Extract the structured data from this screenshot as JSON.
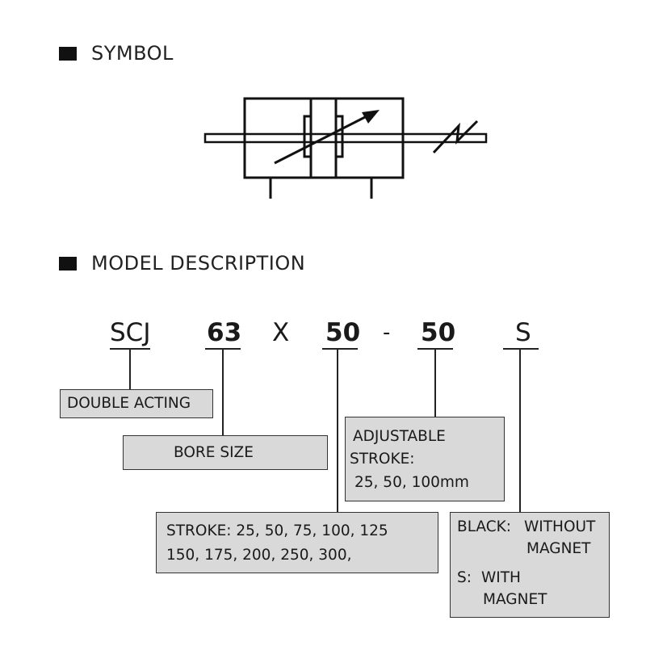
{
  "sections": {
    "symbol_title": "SYMBOL",
    "model_title": "MODEL DESCRIPTION"
  },
  "model_code": {
    "series": "SCJ",
    "bore": "63",
    "separator_x": "X",
    "stroke": "50",
    "separator_dash": "-",
    "adjustable_stroke": "50",
    "magnet": "S"
  },
  "boxes": {
    "double_acting": "DOUBLE ACTING",
    "bore_size": "BORE SIZE",
    "adjustable": {
      "line1": "ADJUSTABLE",
      "line2": "STROKE:",
      "line3": "25, 50, 100mm"
    },
    "stroke": {
      "line1": "STROKE: 25, 50, 75, 100, 125",
      "line2": "150, 175, 200, 250, 300,"
    },
    "magnet": {
      "black_label": "BLACK:",
      "black_value_1": "WITHOUT",
      "black_value_2": "MAGNET",
      "s_label": "S:",
      "s_value_1": "WITH",
      "s_value_2": "MAGNET"
    }
  },
  "colors": {
    "box_fill": "#d9d9d9",
    "line": "#222222"
  }
}
